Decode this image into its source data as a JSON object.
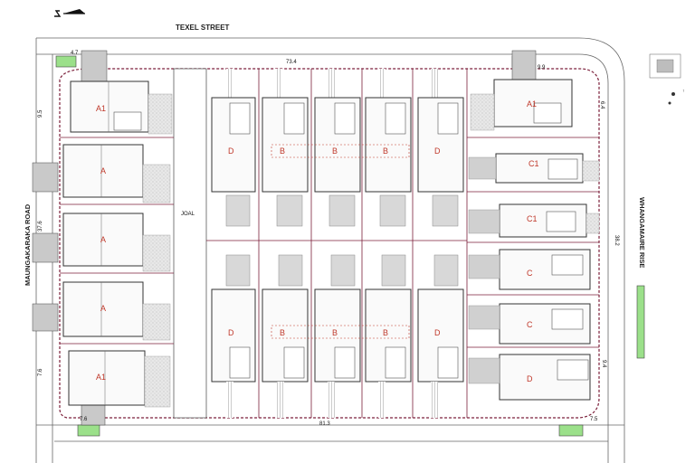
{
  "streets": {
    "north": "TEXEL STREET",
    "west": "MAUNGAKARAKA ROAD",
    "east": "WHANGAMAIRE RISE",
    "lane": "JOAL"
  },
  "dimensions": {
    "top": "73.4",
    "bottom": "81.3",
    "top_left": "4.7",
    "top_right": "9.9",
    "west_upper": "9.5",
    "west_mid": "37.6",
    "west_lower": "7.6",
    "bottom_left": "7.6",
    "bottom_right": "7.5",
    "east_mid": "38.2",
    "east_upper": "6.4",
    "east_lower": "9.4"
  },
  "units": {
    "west_column": [
      "A1",
      "A",
      "A",
      "A",
      "A1"
    ],
    "middle_top": [
      "D",
      "B",
      "B",
      "B",
      "D"
    ],
    "middle_bottom": [
      "D",
      "B",
      "B",
      "B",
      "D"
    ],
    "east_column": [
      "A1",
      "C1",
      "C1",
      "C",
      "C",
      "D"
    ]
  },
  "colors": {
    "boundary": "#7b1f3a",
    "building": "#333333",
    "driveway": "#d8d8d8",
    "green_strip": "#9be08a",
    "unit_label": "#c0392b"
  },
  "icons": [
    "north-arrow-icon",
    "compass-rose-icon"
  ]
}
